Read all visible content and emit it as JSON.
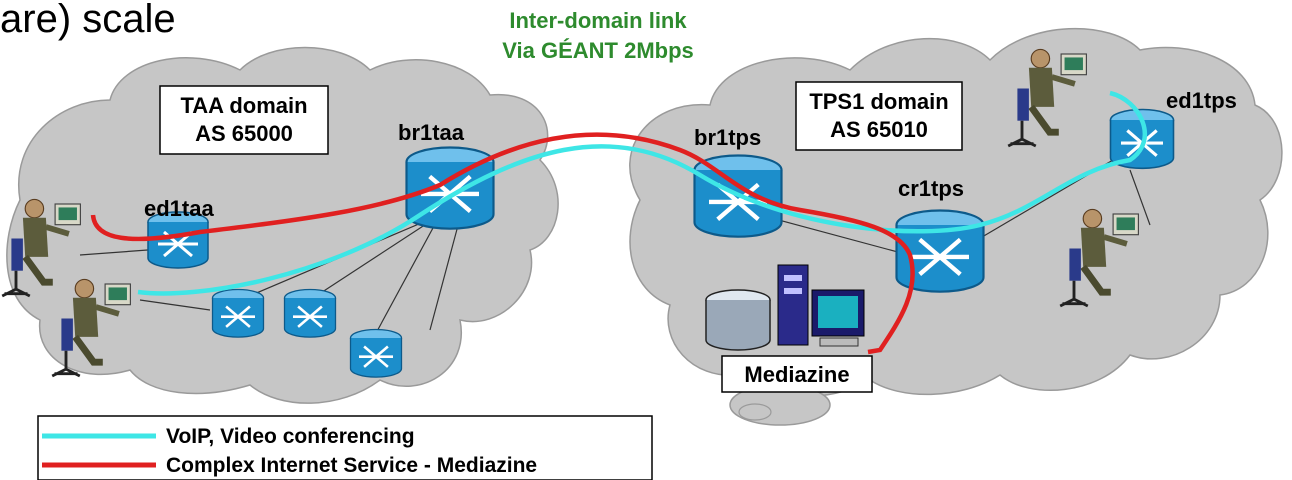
{
  "title_fragment": "are) scale",
  "inter_domain_link": {
    "line1": "Inter-domain link",
    "line2": "Via GÉANT 2Mbps"
  },
  "domains": {
    "taa": {
      "name": "TAA domain",
      "as": "AS 65000"
    },
    "tps": {
      "name": "TPS1 domain",
      "as": "AS 65010"
    }
  },
  "routers": {
    "ed1taa": "ed1taa",
    "br1taa": "br1taa",
    "br1tps": "br1tps",
    "cr1tps": "cr1tps",
    "ed1tps": "ed1tps"
  },
  "server_label": "Mediazine",
  "legend": [
    {
      "label": "VoIP, Video conferencing",
      "color": "#3ee6e6"
    },
    {
      "label": "Complex Internet Service - Mediazine",
      "color": "#e02020"
    }
  ],
  "colors": {
    "cloud": "#c6c6c6",
    "router": "#1c8ecb",
    "voip_line": "#3ee6e6",
    "mediazine_line": "#e02020",
    "link_label": "#2e8b2e"
  }
}
